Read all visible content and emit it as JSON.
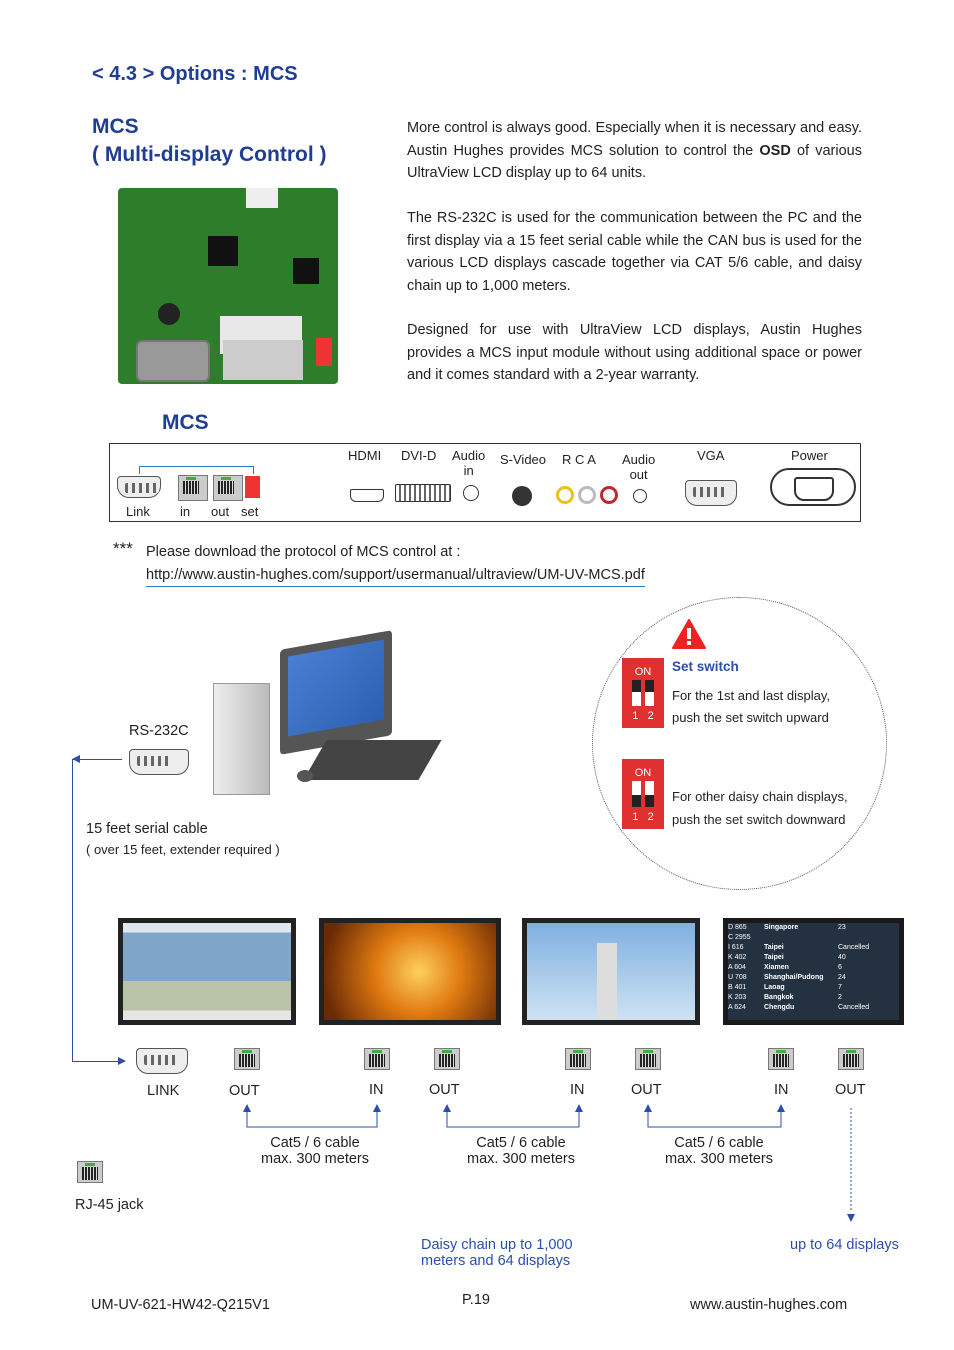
{
  "section_title": "< 4.3 > Options : MCS",
  "heading": {
    "line1": "MCS",
    "line2": "( Multi-display Control )"
  },
  "intro": {
    "p1_a": "More control is always good. Especially when it is necessary and easy. Austin Hughes provides MCS solution to control the ",
    "p1_bold": "OSD",
    "p1_b": " of various UltraView LCD display up to 64 units.",
    "p2": "The RS-232C is used for the communication between the PC and the first display via a 15 feet serial cable while the CAN bus is used for the various LCD displays cascade together via CAT 5/6 cable, and daisy chain up to 1,000 meters.",
    "p3": "Designed for use with UltraView LCD displays, Austin Hughes provides a MCS input module without using additional space or power and it comes standard with a 2-year warranty."
  },
  "mcs_label": "MCS",
  "panel": {
    "hdmi": "HDMI",
    "dvid": "DVI-D",
    "audio_in_1": "Audio",
    "audio_in_2": "in",
    "svideo": "S-Video",
    "rca": "R  C  A",
    "audio_out_1": "Audio",
    "audio_out_2": "out",
    "vga": "VGA",
    "power": "Power",
    "link": "Link",
    "in": "in",
    "out": "out",
    "set": "set"
  },
  "note": {
    "stars": "***",
    "text": "Please download the protocol of MCS control at :",
    "url": "http://www.austin-hughes.com/support/usermanual/ultraview/UM-UV-MCS.pdf"
  },
  "diagram": {
    "rs232c": "RS-232C",
    "cable": "15 feet serial cable",
    "cable_note": "( over 15 feet, extender required )",
    "set_switch": "Set switch",
    "sw_on": "ON",
    "sw_nums": "1   2",
    "first_last_1": "For the 1st and last display,",
    "first_last_2": "push the set switch upward",
    "other_1": "For other daisy chain displays,",
    "other_2": "push the set switch downward",
    "ports": {
      "link": "LINK",
      "out": "OUT",
      "in": "IN"
    },
    "cable_label": "Cat5 / 6 cable",
    "cable_len": "max. 300 meters",
    "rj45": "RJ-45 jack",
    "daisy_1": "Daisy chain up to 1,000",
    "daisy_2": "meters and 64 displays",
    "up_to": "up to 64 displays",
    "flight_board": [
      [
        "D 865",
        "Singapore",
        "23"
      ],
      [
        "C 2955",
        "",
        ""
      ],
      [
        "I 616",
        "Taipei",
        "Cancelled"
      ],
      [
        "K 402",
        "Taipei",
        "40"
      ],
      [
        "A 604",
        "Xiamen",
        "6"
      ],
      [
        "U 708",
        "Shanghai/Pudong",
        "24"
      ],
      [
        "B 401",
        "Laoag",
        "7"
      ],
      [
        "K 203",
        "Bangkok",
        "2"
      ],
      [
        "A 624",
        "Chengdu",
        "Cancelled"
      ]
    ]
  },
  "footer": {
    "left": "UM-UV-621-HW42-Q215V1",
    "center": "P.19",
    "right": "www.austin-hughes.com"
  }
}
